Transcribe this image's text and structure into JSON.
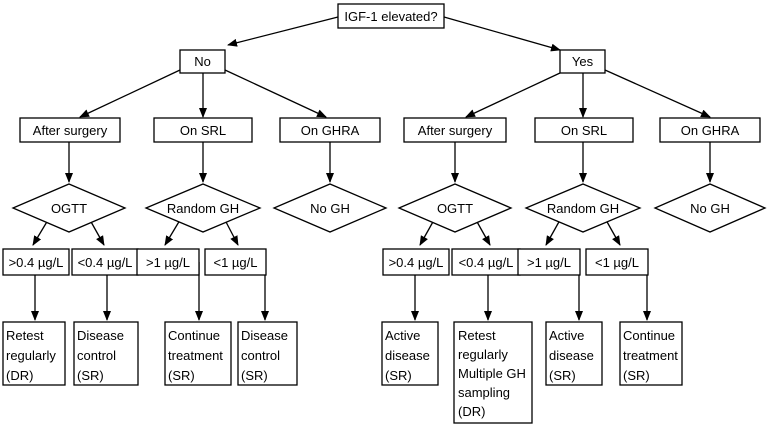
{
  "root": {
    "label": "IGF-1 elevated?"
  },
  "branches": [
    {
      "label": "No",
      "children": [
        {
          "label": "After surgery",
          "test": "OGTT",
          "results": [
            {
              "label": ">0.4 µg/L",
              "outcome": [
                "Retest",
                "regularly",
                "(DR)"
              ]
            },
            {
              "label": "<0.4 µg/L",
              "outcome": [
                "Disease",
                "control",
                "(SR)"
              ]
            }
          ]
        },
        {
          "label": "On SRL",
          "test": "Random GH",
          "results": [
            {
              "label": ">1 µg/L",
              "outcome": [
                "Continue",
                "treatment",
                "(SR)"
              ]
            },
            {
              "label": "<1 µg/L",
              "outcome": [
                "Disease",
                "control",
                "(SR)"
              ]
            }
          ]
        },
        {
          "label": "On GHRA",
          "test": "No GH",
          "results": []
        }
      ]
    },
    {
      "label": "Yes",
      "children": [
        {
          "label": "After surgery",
          "test": "OGTT",
          "results": [
            {
              "label": ">0.4 µg/L",
              "outcome": [
                "Active",
                "disease",
                "(SR)"
              ]
            },
            {
              "label": "<0.4 µg/L",
              "outcome": [
                "Retest",
                "regularly",
                "Multiple GH",
                "sampling",
                "(DR)"
              ]
            }
          ]
        },
        {
          "label": "On SRL",
          "test": "Random GH",
          "results": [
            {
              "label": ">1 µg/L",
              "outcome": [
                "Active",
                "disease",
                "(SR)"
              ]
            },
            {
              "label": "<1 µg/L",
              "outcome": [
                "Continue",
                "treatment",
                "(SR)"
              ]
            }
          ]
        },
        {
          "label": "On GHRA",
          "test": "No GH",
          "results": []
        }
      ]
    }
  ]
}
